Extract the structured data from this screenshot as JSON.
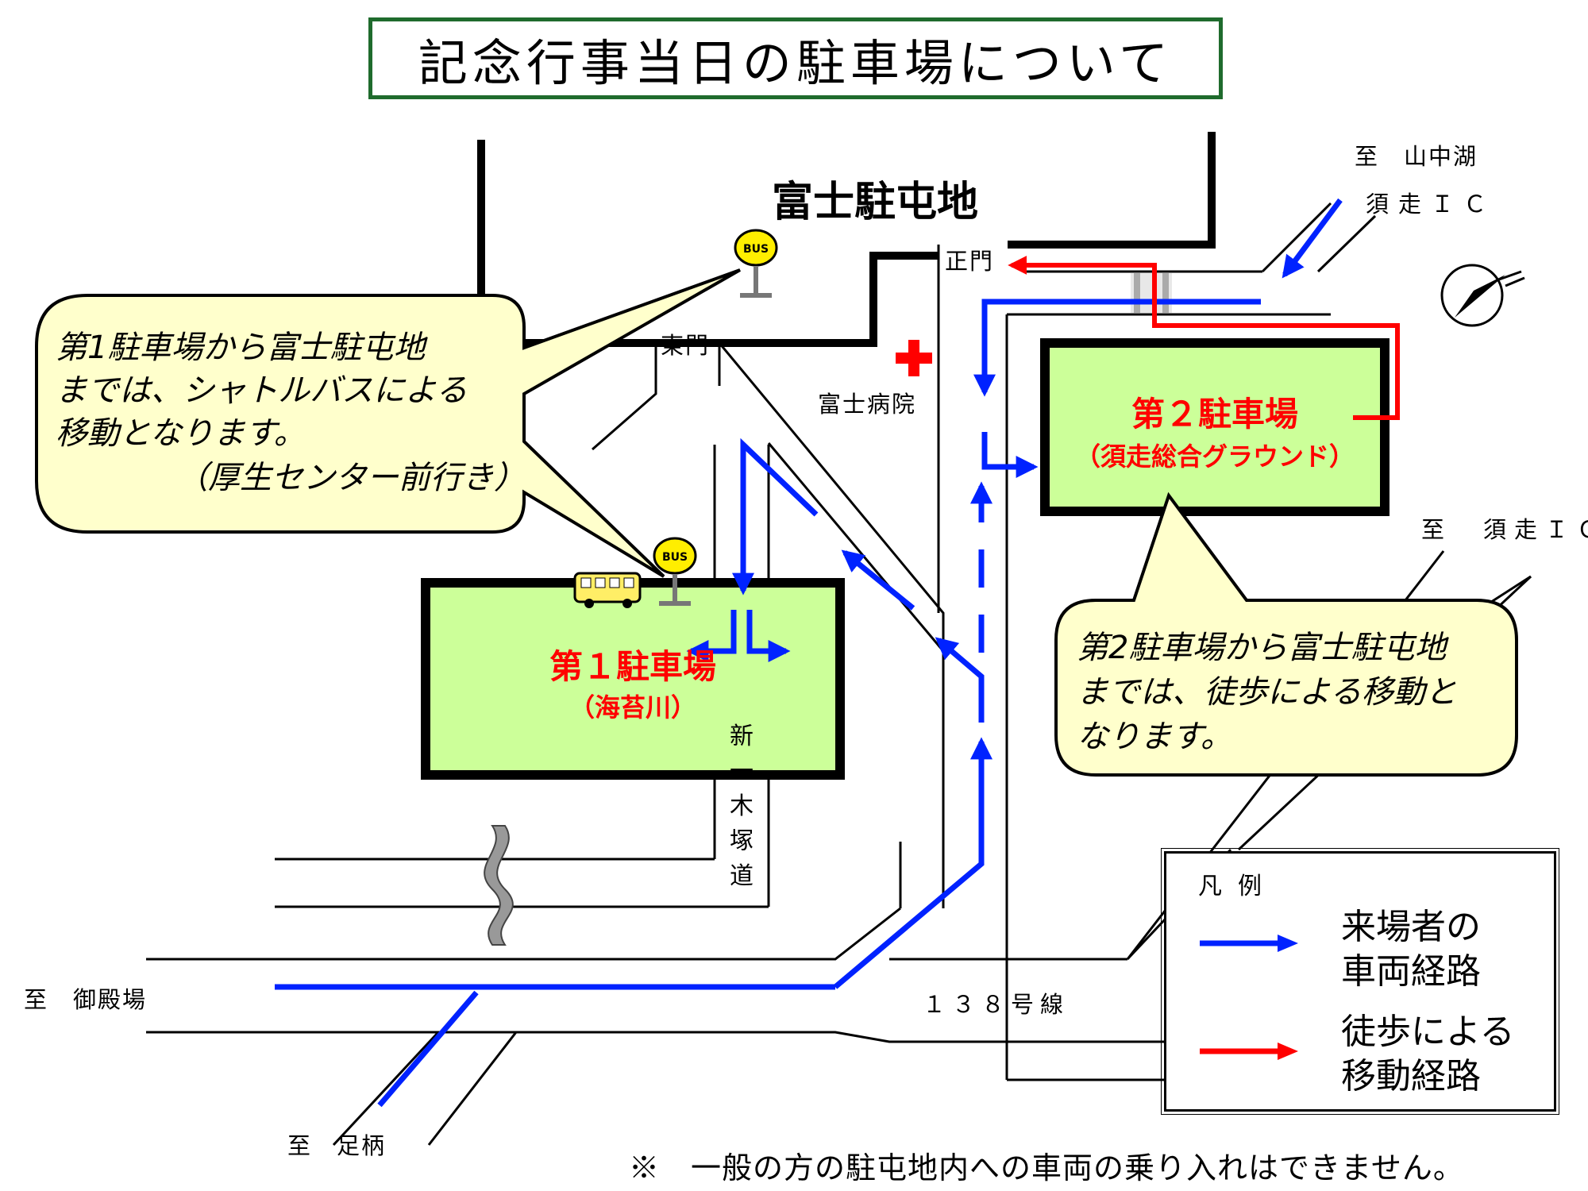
{
  "title": "記念行事当日の駐車場について",
  "base_name": "富士駐屯地",
  "labels": {
    "to_yamanakako": "至　山中湖",
    "subashiri_ic_top": "須走ＩＣ",
    "to_subashiri_ic": "至　須走ＩＣ",
    "main_gate": "正門",
    "east_gate": "東門",
    "hospital": "富士病院",
    "route138": "１３８号線",
    "to_gotemba": "至　御殿場",
    "to_ashigara": "至　足柄",
    "shin_ichikizuka_road": "新一木塚道",
    "bus_sign": "BUS"
  },
  "lot1": {
    "name": "第１駐車場",
    "sub": "（海苔川）"
  },
  "lot2": {
    "name": "第２駐車場",
    "sub": "（須走総合グラウンド）"
  },
  "bubble1": {
    "line1": "第1駐車場から富士駐屯地",
    "line2": "までは、シャトルバスによる",
    "line3": "移動となります。",
    "line4": "（厚生センター前行き）"
  },
  "bubble2": {
    "line1": "第2駐車場から富士駐屯地",
    "line2": "までは、徒歩による移動と",
    "line3": "なります。"
  },
  "legend": {
    "title": "凡例",
    "vehicle_line1": "来場者の",
    "vehicle_line2": "車両経路",
    "walk_line1": "徒歩による",
    "walk_line2": "移動経路"
  },
  "note": "※　一般の方の駐屯地内への車両の乗り入れはできません。",
  "colors": {
    "vehicle_route": "#0022ff",
    "walking_route": "#ff0000",
    "parking_fill": "#ccff99",
    "bubble_fill": "#ffffcc",
    "title_border": "#1f6b2d",
    "hospital_cross": "#ff0000"
  },
  "icons": [
    "bus-stop-icon",
    "bus-icon",
    "hospital-cross-icon",
    "north-arrow-icon",
    "river-icon",
    "gate-icon"
  ]
}
